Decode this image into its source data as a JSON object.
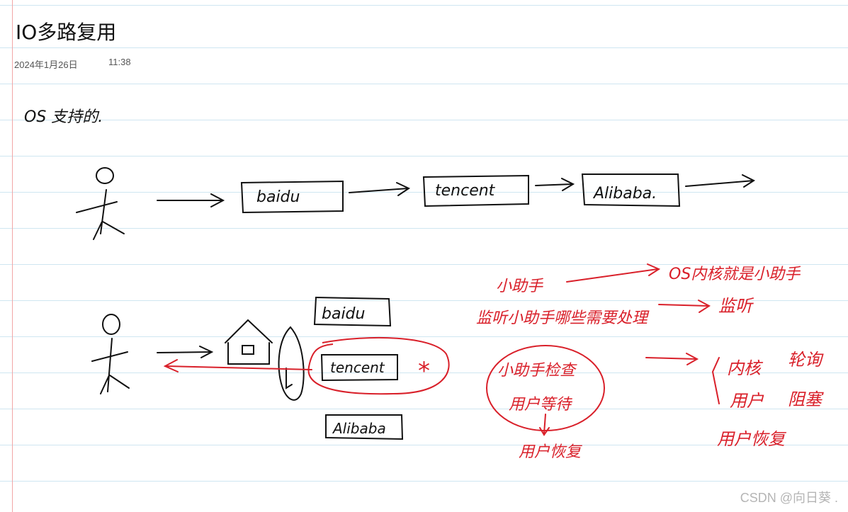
{
  "note": {
    "title": "IO多路复用",
    "date": "2024年1月26日",
    "time": "11:38"
  },
  "handwriting": {
    "intro": "OS 支持的.",
    "top_row": [
      "baidu",
      "tencent",
      "Alibaba."
    ],
    "bottom_row": [
      "baidu",
      "tencent",
      "Alibaba"
    ],
    "red_notes": {
      "helper": "小助手",
      "os_helper": "OS内核就是小助手",
      "listen_question": "监听小助手哪些需要处理",
      "listen": "监听",
      "check": "小助手检查",
      "user_space": "用户等待",
      "user_recover": "用户恢复",
      "kernel": "内核",
      "user": "用户",
      "user_recover_2": "用户恢复",
      "polling": "轮询",
      "blocking": "阻塞"
    },
    "cross_mark": "*"
  },
  "watermark": "CSDN @向日葵 .",
  "colors": {
    "ink_black": "#111111",
    "ink_red": "#d9202a",
    "margin": "#f2a6a6",
    "rule": "#cfe6f1"
  }
}
